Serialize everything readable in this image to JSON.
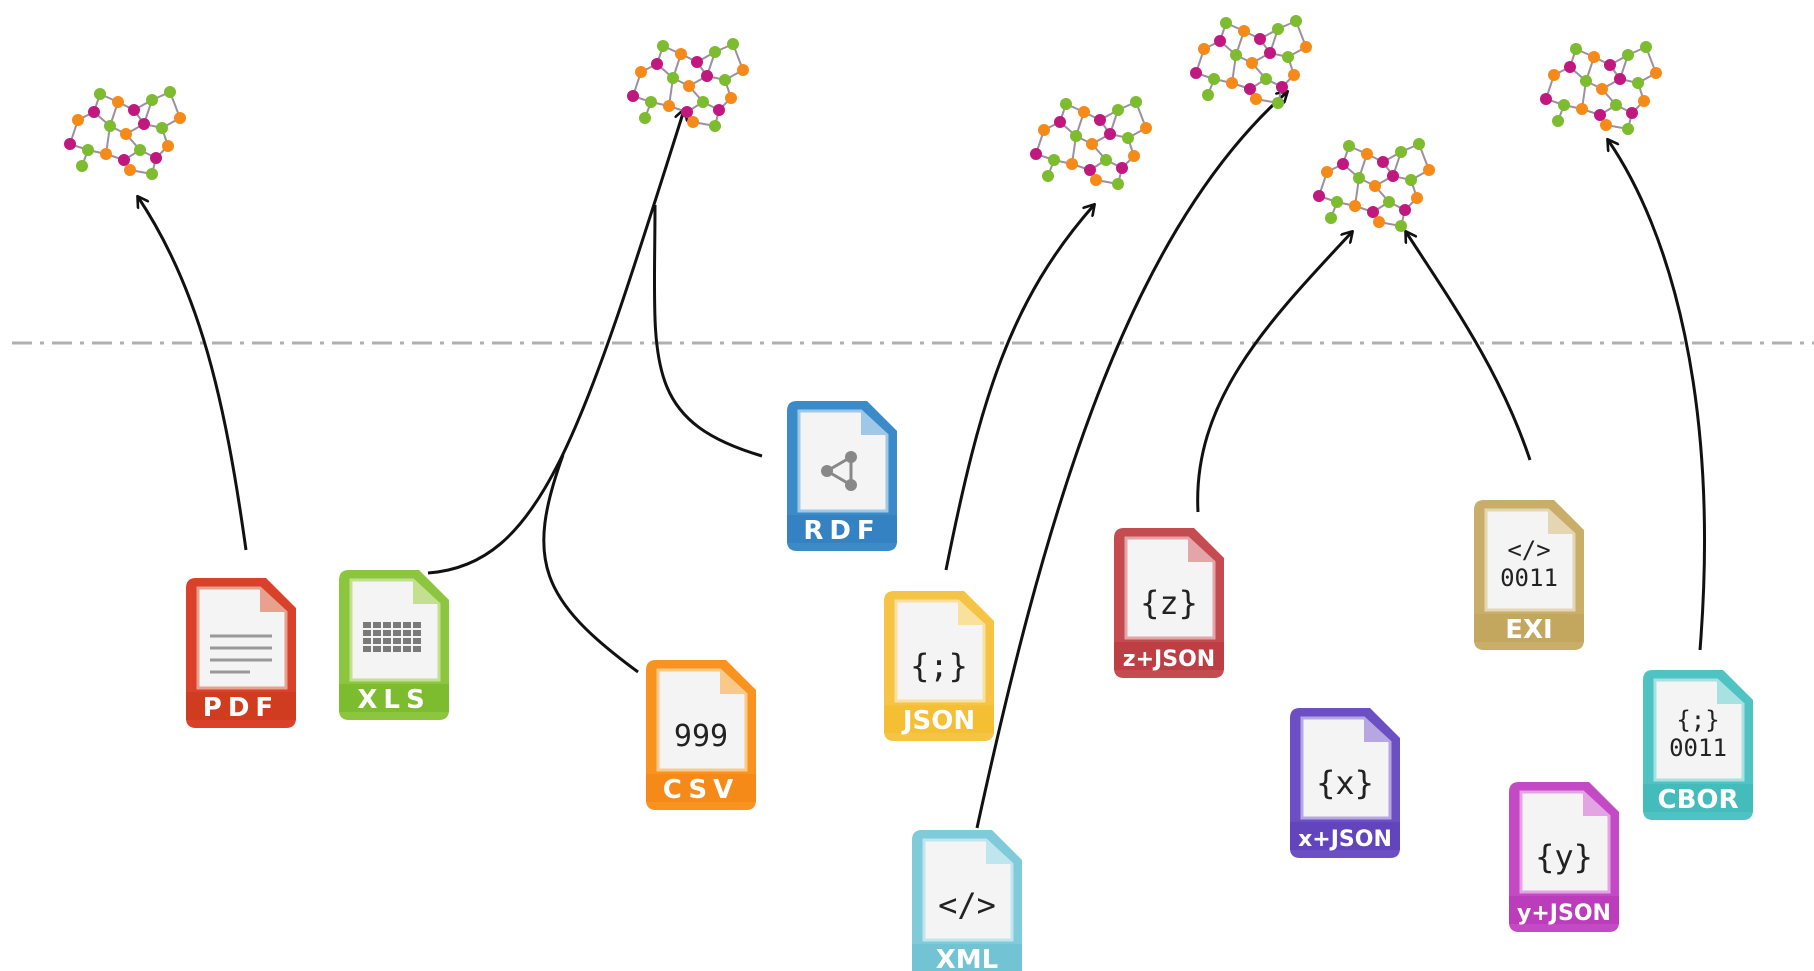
{
  "files": [
    {
      "id": "pdf",
      "label": "PDF",
      "symbol": "",
      "icon": "document-lines-icon",
      "color": "#d9412a",
      "light": "#e8a08f",
      "band": "#d03c20"
    },
    {
      "id": "xls",
      "label": "XLS",
      "symbol": "",
      "icon": "spreadsheet-grid-icon",
      "color": "#8cc63f",
      "light": "#c2e08f",
      "band": "#7dbb2f"
    },
    {
      "id": "csv",
      "label": "CSV",
      "symbol": "999",
      "icon": "",
      "color": "#f7931e",
      "light": "#f9c98a",
      "band": "#f58a18"
    },
    {
      "id": "rdf",
      "label": "RDF",
      "symbol": "",
      "icon": "share-nodes-icon",
      "color": "#3b8bc9",
      "light": "#9fc8e8",
      "band": "#3582c2"
    },
    {
      "id": "json",
      "label": "JSON",
      "symbol": "{;}",
      "icon": "",
      "color": "#f6c445",
      "light": "#f9e09b",
      "band": "#f5bf34"
    },
    {
      "id": "xml",
      "label": "XML",
      "symbol": "</>",
      "icon": "",
      "color": "#7fcbd9",
      "light": "#bfe6ee",
      "band": "#72c4d4"
    },
    {
      "id": "zjson",
      "label": "z+JSON",
      "symbol": "{z}",
      "icon": "",
      "color": "#c44b4f",
      "light": "#e3a5a7",
      "band": "#bd3f44"
    },
    {
      "id": "exi",
      "label": "EXI",
      "symbol": "</>\n0011",
      "icon": "",
      "color": "#c9ae6a",
      "light": "#e4d6b3",
      "band": "#c4a75f"
    },
    {
      "id": "xjson",
      "label": "x+JSON",
      "symbol": "{x}",
      "icon": "",
      "color": "#6d4fc4",
      "light": "#b6a7e3",
      "band": "#6244bd"
    },
    {
      "id": "cbor",
      "label": "CBOR",
      "symbol": "{;}\n0011",
      "icon": "",
      "color": "#4fc3c3",
      "light": "#a7e1e1",
      "band": "#45bcbc"
    },
    {
      "id": "yjson",
      "label": "y+JSON",
      "symbol": "{y}",
      "icon": "",
      "color": "#c449c4",
      "light": "#e3a4e3",
      "band": "#bc3dbc"
    }
  ],
  "graphs": [
    {
      "id": "g1",
      "icon": "knowledge-graph-icon"
    },
    {
      "id": "g2",
      "icon": "knowledge-graph-icon"
    },
    {
      "id": "g3",
      "icon": "knowledge-graph-icon"
    },
    {
      "id": "g4",
      "icon": "knowledge-graph-icon"
    },
    {
      "id": "g5",
      "icon": "knowledge-graph-icon"
    },
    {
      "id": "g6",
      "icon": "knowledge-graph-icon"
    }
  ],
  "colors": {
    "node_green": "#7dbb2f",
    "node_orange": "#f58a18",
    "node_magenta": "#c0187f",
    "edge": "#9b8fa0",
    "arrow": "#111111",
    "divider": "#b0b0b0",
    "page_fold": "#f4f4f4"
  }
}
